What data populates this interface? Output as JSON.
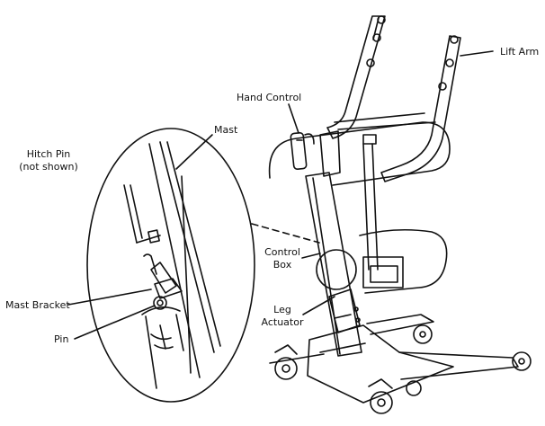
{
  "labels": {
    "lift_arm": "Lift Arm",
    "hand_control": "Hand Control",
    "mast": "Mast",
    "hitch_pin_line1": "Hitch Pin",
    "hitch_pin_line2": "(not shown)",
    "control_box_line1": "Control",
    "control_box_line2": "Box",
    "mast_bracket": "Mast Bracket",
    "leg_actuator_line1": "Leg",
    "leg_actuator_line2": "Actuator",
    "pin": "Pin"
  }
}
